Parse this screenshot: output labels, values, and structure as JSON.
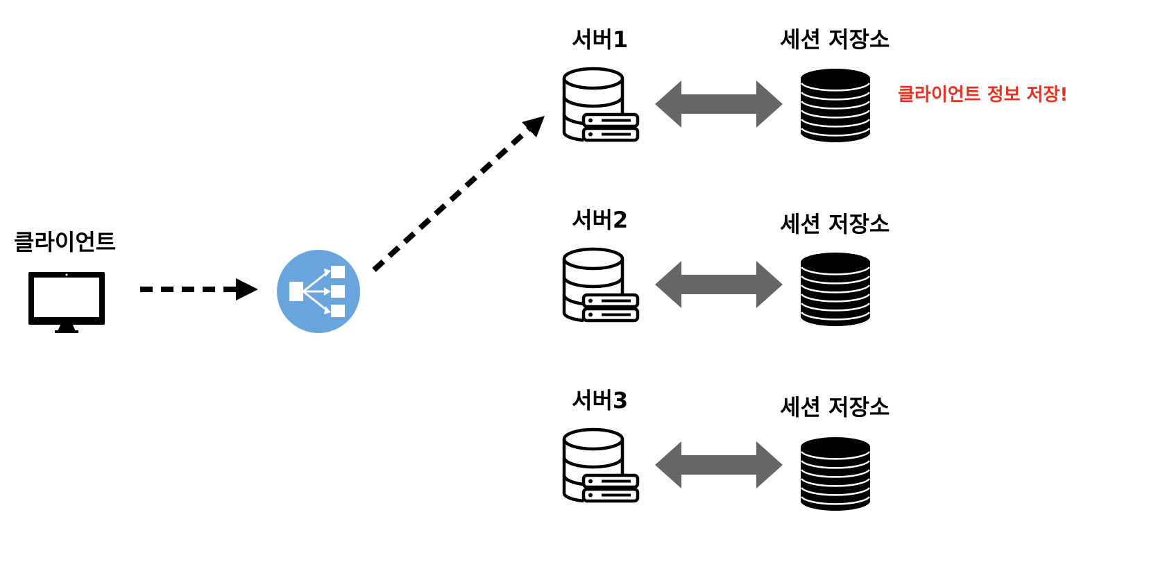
{
  "client": {
    "label": "클라이언트",
    "icon": "monitor-icon"
  },
  "load_balancer": {
    "icon": "load-balancer-icon",
    "color": "#6aa6dd"
  },
  "servers": [
    {
      "label": "서버1",
      "store_label": "세션 저장소"
    },
    {
      "label": "서버2",
      "store_label": "세션 저장소"
    },
    {
      "label": "서버3",
      "store_label": "세션 저장소"
    }
  ],
  "note": {
    "text": "클라이언트 정보 저장!",
    "color": "#e53323"
  },
  "icons": {
    "server": "server-database-icon",
    "store": "database-stack-icon",
    "sync_arrow": "bidirectional-arrow-icon"
  },
  "colors": {
    "arrow": "#000000",
    "sync_arrow": "#666666"
  }
}
